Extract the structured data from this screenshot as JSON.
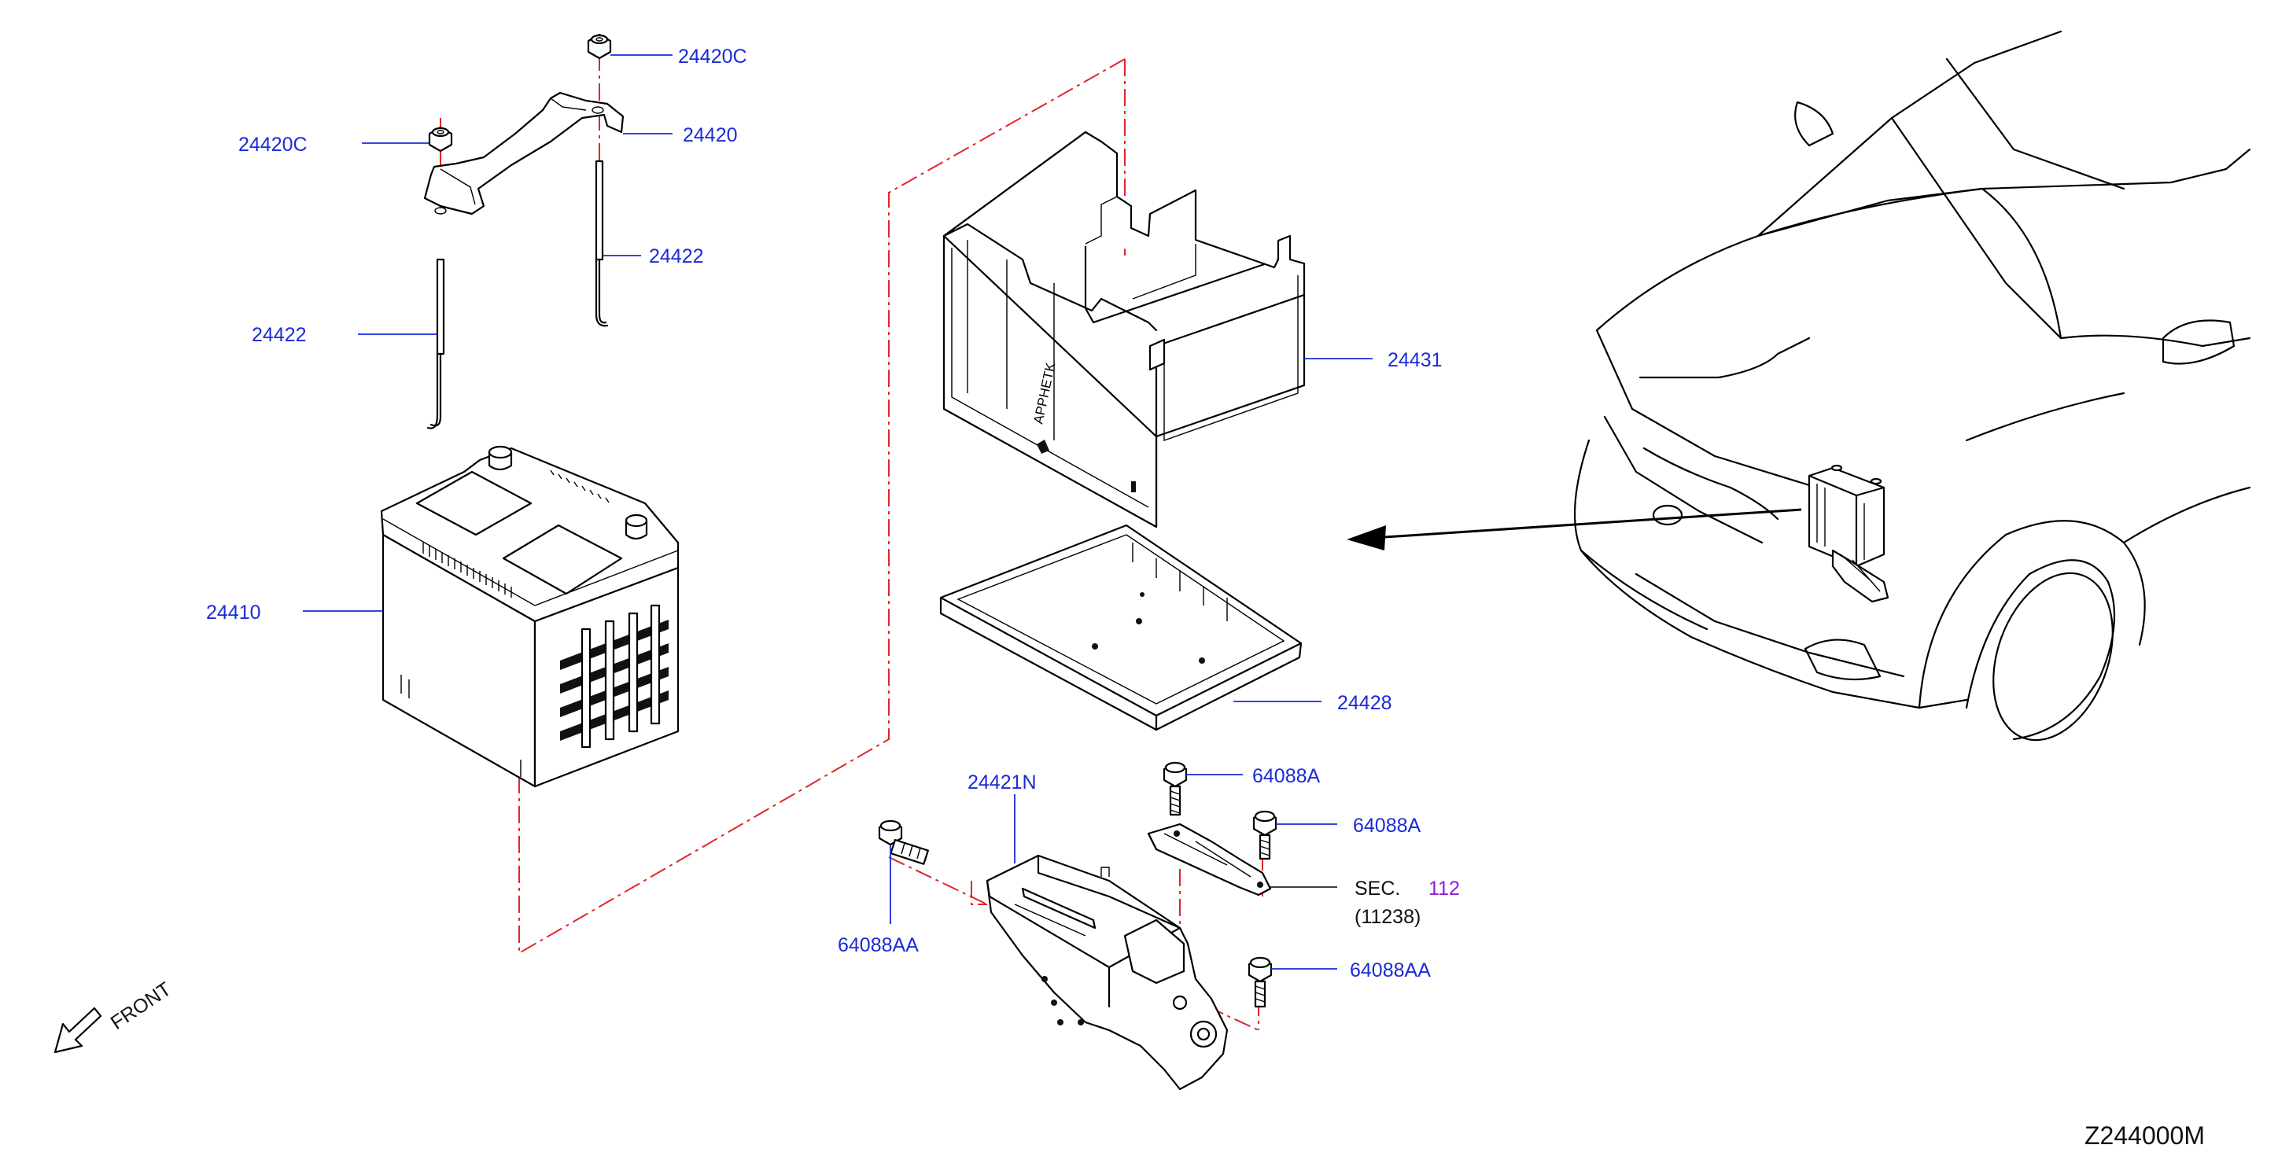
{
  "diagram_id": "Z244000M",
  "front_label": "FRONT",
  "sec_ref": {
    "prefix": "SEC.",
    "number": "112",
    "sub": "(11238)"
  },
  "callouts": {
    "nut_top": "24420C",
    "nut_left": "24420C",
    "clamp": "24420",
    "rod_right": "24422",
    "rod_left": "24422",
    "battery": "24410",
    "cover": "24431",
    "tray": "24428",
    "bracket": "24421N",
    "bolt_a1": "64088A",
    "bolt_a2": "64088A",
    "bolt_aa_left": "64088AA",
    "bolt_aa_right": "64088AA"
  },
  "colors": {
    "callout": "#1a2bd8",
    "phantom_line": "#e0262b",
    "sec_number": "#8a1fd0"
  }
}
